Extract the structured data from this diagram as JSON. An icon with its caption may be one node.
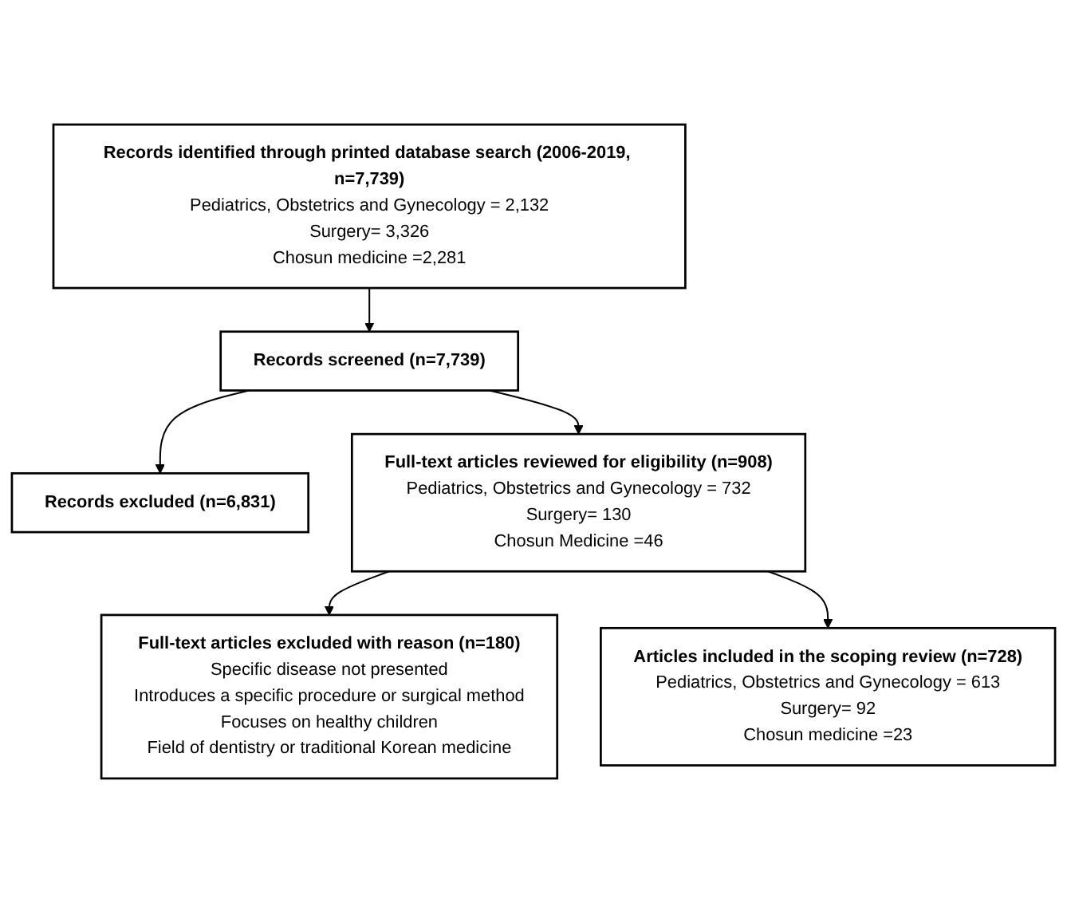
{
  "diagram": {
    "nodes": [
      {
        "text": [
          "Records identified through printed database search (2006-2019, n=7,739)",
          "Pediatrics, Obstetrics and Gynecology = 2,132",
          "Surgery= 3,326",
          "Chosun medicine =2,281"
        ]
      },
      {
        "text": [
          "Records screened (n=7,739)"
        ]
      },
      {
        "text": [
          "Records excluded (n=6,831)"
        ]
      },
      {
        "text": [
          "Full-text articles reviewed for eligibility (n=908)",
          "Pediatrics, Obstetrics and Gynecology = 732",
          "Surgery= 130",
          "Chosun Medicine =46"
        ]
      },
      {
        "text": [
          "Full-text articles excluded with reason (n=180)",
          "Specific disease not presented",
          "Introduces a specific procedure or surgical method",
          "Focuses on healthy children",
          "Field of dentistry or traditional Korean medicine"
        ]
      },
      {
        "text": [
          "Articles included in the scoping review (n=728)",
          "Pediatrics, Obstetrics and Gynecology = 613",
          "Surgery= 92",
          "Chosun medicine =23"
        ]
      }
    ],
    "edges": [
      {
        "from": 0,
        "to": 1,
        "arrow": "to"
      },
      {
        "from": 1,
        "to": 2,
        "arrow": "to"
      },
      {
        "from": 1,
        "to": 3,
        "arrow": "to"
      },
      {
        "from": 3,
        "to": 4,
        "arrow": "to"
      },
      {
        "from": 3,
        "to": 5,
        "arrow": "to"
      }
    ]
  }
}
